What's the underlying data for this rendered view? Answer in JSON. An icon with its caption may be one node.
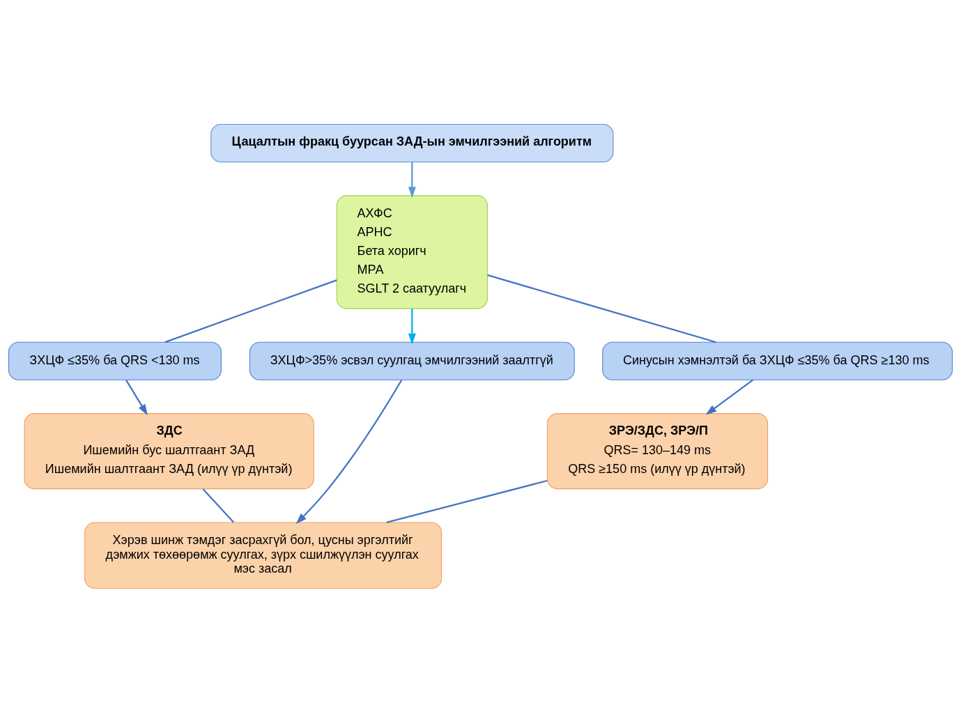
{
  "diagram": {
    "nodes": [
      {
        "text": [
          "Цацалтын фракц буурсан ЗАД-ын эмчилгээний алгоритм"
        ]
      },
      {
        "text": [
          "АХФС",
          "АРНС",
          "Бета хоригч",
          "МРА",
          "SGLT 2 саатуулагч"
        ]
      },
      {
        "text": [
          "ЗХЦФ ≤35% ба QRS <130 ms"
        ]
      },
      {
        "text": [
          "ЗХЦФ>35% эсвэл суулгац эмчилгээний заалтгүй"
        ]
      },
      {
        "text": [
          "Синусын хэмнэлтэй ба ЗХЦФ ≤35% ба QRS ≥130 ms"
        ]
      },
      {
        "text": [
          "ЗДС",
          "Ишемийн бус шалтгаант ЗАД",
          "Ишемийн шалтгаант ЗАД (илүү үр дүнтэй)"
        ]
      },
      {
        "text": [
          "ЗРЭ/ЗДС, ЗРЭ/П",
          "QRS= 130–149 ms",
          "QRS ≥150 ms (илүү үр дүнтэй)"
        ]
      },
      {
        "text": [
          "Хэрэв шинж тэмдэг засрахгүй бол, цусны эргэлтийг дэмжих төхөөрөмж суулгах, зүрх сшилжүүлэн суулгах мэс засал"
        ]
      }
    ],
    "edges": [
      {
        "from": 0,
        "to": 1,
        "arrow": "to",
        "color": "#5b9bd5"
      },
      {
        "from": 1,
        "to": 2,
        "arrow": "none"
      },
      {
        "from": 1,
        "to": 3,
        "arrow": "to",
        "color": "#00b0f0"
      },
      {
        "from": 1,
        "to": 4,
        "arrow": "none"
      },
      {
        "from": 2,
        "to": 5,
        "arrow": "to"
      },
      {
        "from": 4,
        "to": 6,
        "arrow": "to"
      },
      {
        "from": 3,
        "to": 7,
        "arrow": "to"
      },
      {
        "from": 5,
        "to": 7,
        "arrow": "none"
      },
      {
        "from": 6,
        "to": 7,
        "arrow": "none"
      }
    ]
  }
}
